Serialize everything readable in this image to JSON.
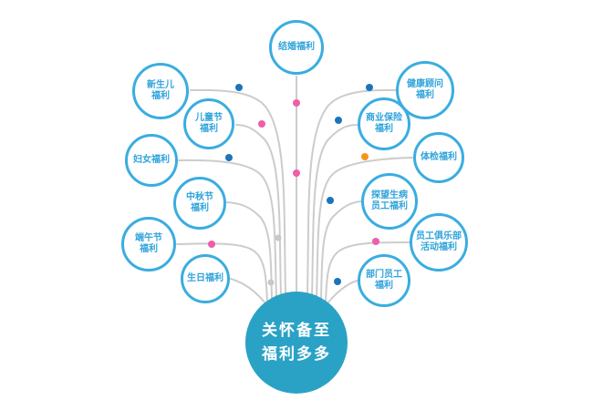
{
  "center": {
    "label": "关怀备至\n福利多多"
  },
  "nodes": [
    {
      "label": "结婚福利"
    },
    {
      "label": "新生儿\n福利"
    },
    {
      "label": "儿童节\n福利"
    },
    {
      "label": "妇女福利"
    },
    {
      "label": "中秋节\n福利"
    },
    {
      "label": "端午节\n福利"
    },
    {
      "label": "生日福利"
    },
    {
      "label": "健康顾问\n福利"
    },
    {
      "label": "商业保险\n福利"
    },
    {
      "label": "体检福利"
    },
    {
      "label": "探望生病\n员工福利"
    },
    {
      "label": "员工俱乐部\n活动福利"
    },
    {
      "label": "部门员工\n福利"
    }
  ],
  "colors": {
    "node_border": "#3aade0",
    "node_text": "#2fa3da",
    "center_fill": "#2aa2c6",
    "line": "#cccccc",
    "dot_blue": "#1b75bc",
    "dot_pink": "#ee5fa7",
    "dot_orange": "#f7941e",
    "dot_gray": "#c8c8c8"
  }
}
